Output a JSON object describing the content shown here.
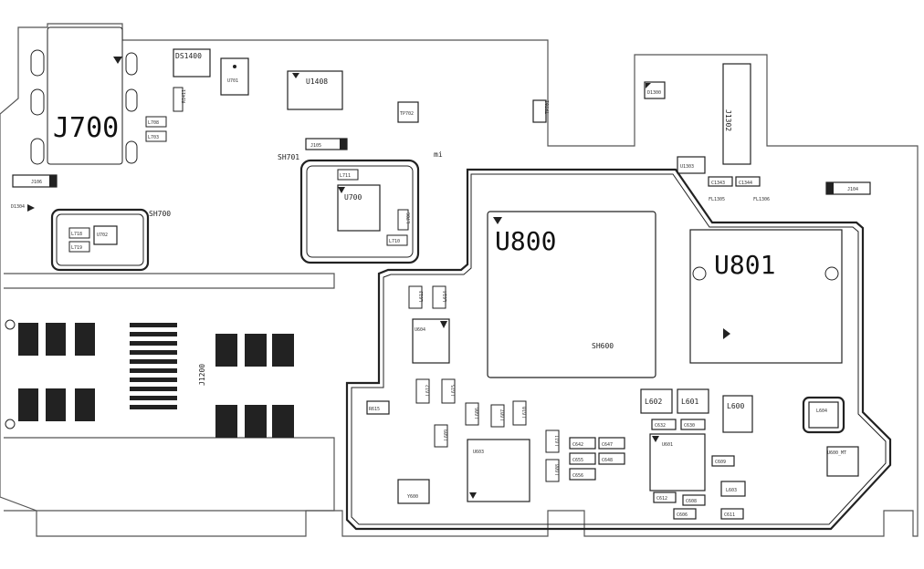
{
  "board": {
    "connectors": {
      "j700": "J700",
      "j1200": "J1200",
      "j1302": "J1302",
      "j106": "J106",
      "j105": "J105",
      "j104": "J104"
    },
    "chips": {
      "u800": "U800",
      "u801": "U801",
      "u700": "U700",
      "u701": "U701",
      "u702": "U702",
      "u603": "U603",
      "u604": "U604",
      "u601": "U601",
      "u600": "U600_MT",
      "u1408": "U1408",
      "u1303": "U1303",
      "y600": "Y600",
      "ds1400": "DS1400",
      "tp702": "TP702",
      "tp701": "TP701"
    },
    "shields": {
      "sh700": "SH700",
      "sh701": "SH701",
      "sh600": "SH600"
    },
    "inductors": [
      {
        "id": "l708",
        "label": "L708"
      },
      {
        "id": "l703",
        "label": "L703"
      },
      {
        "id": "l711",
        "label": "L711"
      },
      {
        "id": "l718",
        "label": "L718"
      },
      {
        "id": "l719",
        "label": "L719"
      },
      {
        "id": "l710",
        "label": "L710"
      },
      {
        "id": "l706",
        "label": "L706"
      },
      {
        "id": "l613",
        "label": "L613"
      },
      {
        "id": "l614",
        "label": "L614"
      },
      {
        "id": "l612",
        "label": "L612"
      },
      {
        "id": "l615",
        "label": "L615"
      },
      {
        "id": "l606",
        "label": "L606"
      },
      {
        "id": "l607",
        "label": "L607"
      },
      {
        "id": "l610",
        "label": "L610"
      },
      {
        "id": "l609",
        "label": "L609"
      },
      {
        "id": "l611",
        "label": "L611"
      },
      {
        "id": "l608",
        "label": "L608"
      },
      {
        "id": "l604",
        "label": "L604"
      },
      {
        "id": "l603",
        "label": "L603"
      },
      {
        "id": "l602",
        "label": "L602"
      },
      {
        "id": "l601",
        "label": "L601"
      },
      {
        "id": "l600",
        "label": "L600"
      }
    ],
    "capacitors": [
      {
        "id": "c642",
        "label": "C642"
      },
      {
        "id": "c647",
        "label": "C647"
      },
      {
        "id": "c655",
        "label": "C655"
      },
      {
        "id": "c648",
        "label": "C648"
      },
      {
        "id": "c656",
        "label": "C656"
      },
      {
        "id": "c632",
        "label": "C632"
      },
      {
        "id": "c630",
        "label": "C630"
      },
      {
        "id": "c609",
        "label": "C609"
      },
      {
        "id": "c612",
        "label": "C612"
      },
      {
        "id": "c608",
        "label": "C608"
      },
      {
        "id": "c606",
        "label": "C606"
      },
      {
        "id": "c611",
        "label": "C611"
      },
      {
        "id": "c1343",
        "label": "C1343"
      },
      {
        "id": "c1344",
        "label": "C1344"
      }
    ],
    "resistors": [
      {
        "id": "r615",
        "label": "R615"
      },
      {
        "id": "r1411",
        "label": "R1411"
      }
    ],
    "misc": {
      "fl1305": "FL1305",
      "fl1306": "FL1306",
      "d1300": "D1300",
      "d1304": "D1304",
      "mi_logo": "mi"
    }
  }
}
